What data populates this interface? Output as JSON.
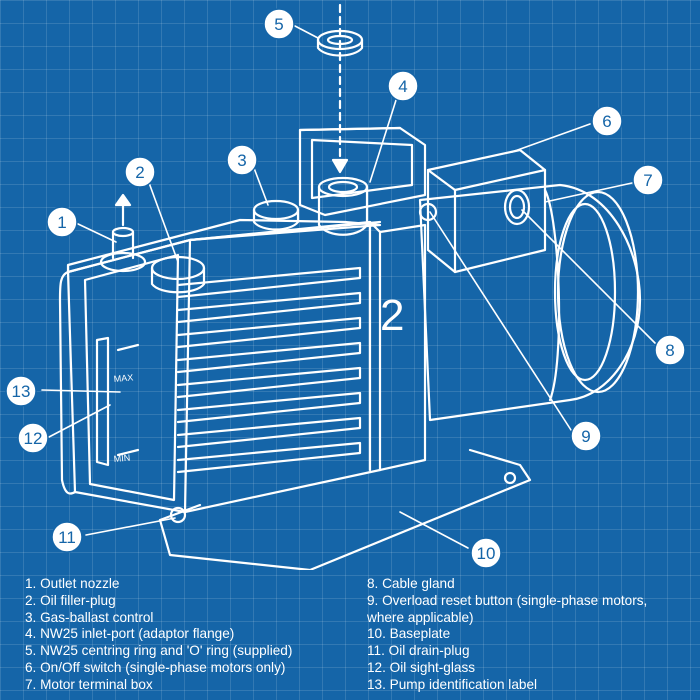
{
  "colors": {
    "background": "#1565a8",
    "grid": "#4a8cc4",
    "line": "#ffffff"
  },
  "diagram": {
    "model_mark": "2",
    "max_mark": "MAX",
    "min_mark": "MIN",
    "callouts": [
      "1",
      "2",
      "3",
      "4",
      "5",
      "6",
      "7",
      "8",
      "9",
      "10",
      "11",
      "12",
      "13"
    ]
  },
  "legend": {
    "left": [
      "1. Outlet nozzle",
      "2. Oil filler-plug",
      "3. Gas-ballast control",
      "4. NW25 inlet-port (adaptor flange)",
      "5. NW25 centring ring and 'O' ring (supplied)",
      "6. On/Off switch (single-phase motors only)",
      "7. Motor terminal box"
    ],
    "right": [
      "8. Cable gland",
      "9. Overload reset button (single-phase motors, where applicable)",
      "10. Baseplate",
      "11. Oil drain-plug",
      "12. Oil sight-glass",
      "13. Pump identification label"
    ]
  }
}
